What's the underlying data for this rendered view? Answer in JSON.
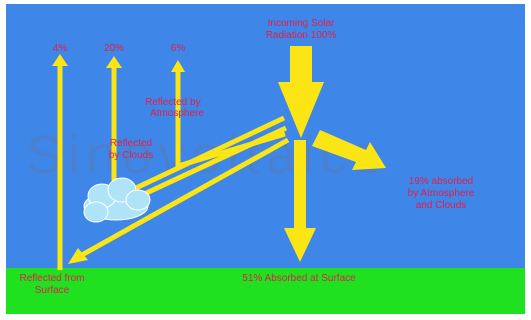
{
  "colors": {
    "sky": "#3e87e8",
    "ground": "#1fe11f",
    "arrow": "#fbe514",
    "text": "#e0204a",
    "cloud": "#aee3f8"
  },
  "incoming": {
    "line1": "Incoming Solar",
    "line2": "Radiation 100%"
  },
  "reflected": {
    "surface_pct": "4%",
    "clouds_pct": "20%",
    "atmosphere_pct": "6%"
  },
  "labels": {
    "atmosphere_1": "Reflected by",
    "atmosphere_2": "Atmosphere",
    "clouds_1": "Reflected",
    "clouds_2": "by Clouds",
    "absorbed_atm_1": "19% absorbed",
    "absorbed_atm_2": "by Atmosphere",
    "absorbed_atm_3": "and Clouds",
    "surface_reflect_1": "Reflected from",
    "surface_reflect_2": "Surface",
    "absorbed_surface": "51% Absorbed at Surface"
  },
  "watermark": "Sinovoltaics"
}
